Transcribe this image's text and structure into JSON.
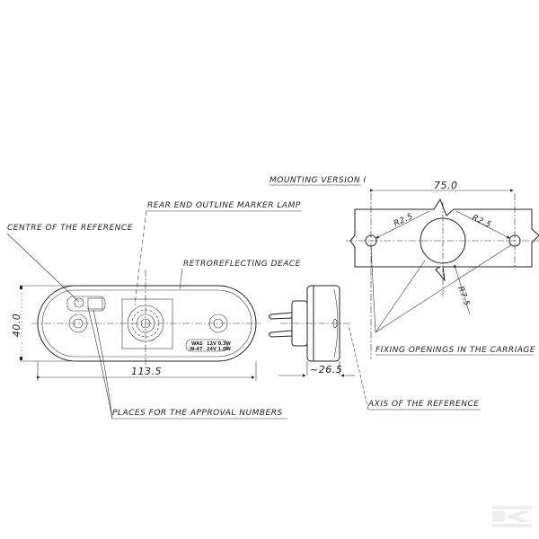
{
  "labels": {
    "centre_reference": "CENTRE OF THE REFERENCE",
    "rear_end_lamp": "REAR END OUTLINE MARKER LAMP",
    "retroreflecting": "RETROREFLECTING DEACE",
    "places_approval": "PLACES FOR THE APPROVAL NUMBERS",
    "axis_reference": "AXIS OF THE REFERENCE",
    "fixing_openings": "FIXING OPENINGS IN THE CARRIAGE",
    "mounting_version": "MOUNTING VERSION I"
  },
  "dimensions": {
    "height": "40.0",
    "width": "113.5",
    "depth": "~26.5",
    "hole_spacing": "75.0",
    "radius_left": "R2.5",
    "radius_right": "R2.5",
    "radius_center": "R7.5"
  },
  "lamp_label": {
    "line1_left": "WAS",
    "line1_right": "12V 0.3W",
    "line2_left": "W-47",
    "line2_right": "24V 1.0W"
  },
  "logo": {
    "text": "K",
    "color": "#e8e8e8"
  }
}
